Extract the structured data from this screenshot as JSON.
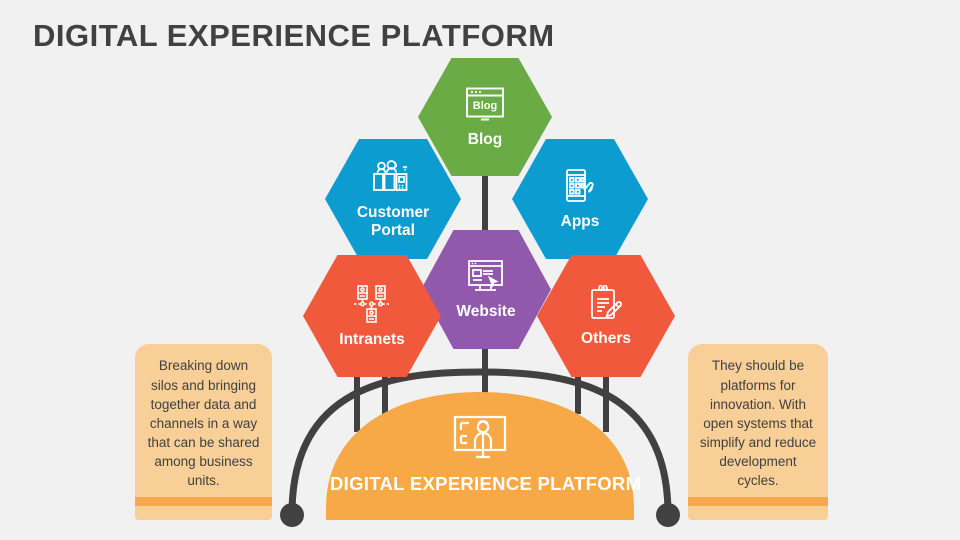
{
  "slide": {
    "title": "DIGITAL EXPERIENCE PLATFORM",
    "background_color": "#f1f1f1",
    "title_color": "#414141"
  },
  "nodes": [
    {
      "id": "blog",
      "label": "Blog",
      "icon": "browser-window-blog-icon",
      "color": "#6aab45"
    },
    {
      "id": "customer-portal",
      "label": "Customer\nPortal",
      "icon": "customer-kiosk-people-icon",
      "color": "#0d9cd0"
    },
    {
      "id": "apps",
      "label": "Apps",
      "icon": "mobile-app-hand-icon",
      "color": "#0d9cd0"
    },
    {
      "id": "website",
      "label": "Website",
      "icon": "monitor-cursor-icon",
      "color": "#9159ac"
    },
    {
      "id": "intranets",
      "label": "Intranets",
      "icon": "server-network-icon",
      "color": "#f0593c"
    },
    {
      "id": "others",
      "label": "Others",
      "icon": "clipboard-pencil-icon",
      "color": "#f0593c"
    }
  ],
  "base": {
    "label": "DIGITAL EXPERIENCE PLATFORM",
    "icon": "person-on-monitor-icon",
    "color": "#f7a947",
    "arc_color": "#414141",
    "endpoint_dot_color": "#414141"
  },
  "notes": [
    {
      "id": "note-left",
      "text": "Breaking down silos and bringing together data and channels in a way that can be shared among business units.",
      "background_color": "#f8cf96",
      "accent_color": "#f5a94a"
    },
    {
      "id": "note-right",
      "text": "They should be platforms for innovation. With open systems that simplify and reduce development cycles.",
      "background_color": "#f8cf96",
      "accent_color": "#f5a94a"
    }
  ]
}
